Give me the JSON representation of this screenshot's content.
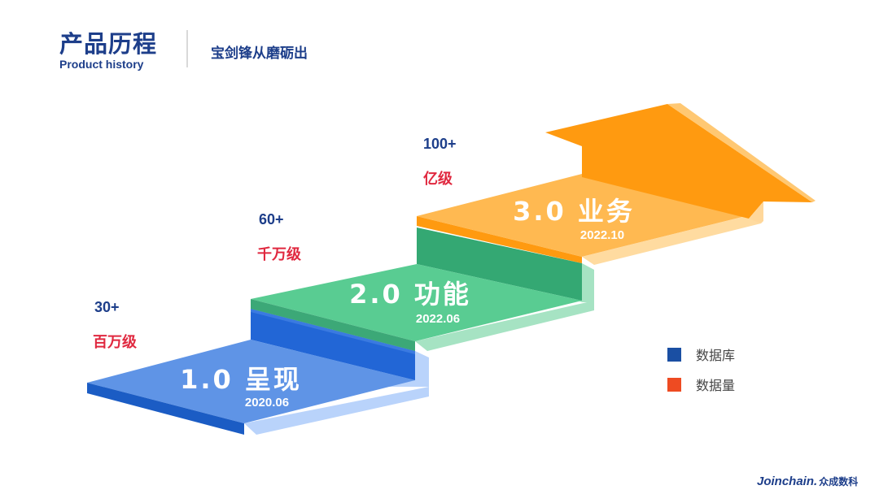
{
  "header": {
    "title_cn": "产品历程",
    "title_en": "Product history",
    "subtitle": "宝剑锋从磨砺出"
  },
  "steps": [
    {
      "label": "1.0 呈现",
      "date": "2020.06",
      "count": "30+",
      "level": "百万级",
      "color": "#5f94e6"
    },
    {
      "label": "2.0 功能",
      "date": "2022.06",
      "count": "60+",
      "level": "千万级",
      "color": "#59cc92"
    },
    {
      "label": "3.0 业务",
      "date": "2022.10",
      "count": "100+",
      "level": "亿级",
      "color": "#ffb951"
    }
  ],
  "legend": [
    {
      "label": "数据库",
      "color": "#1a4fa3"
    },
    {
      "label": "数据量",
      "color": "#ee4b22"
    }
  ],
  "brand": {
    "en": "Joinchain.",
    "cn": "众成数科"
  },
  "colors": {
    "navy": "#1d3e8a",
    "red": "#e0283f",
    "arrow": "#ff9a10"
  }
}
